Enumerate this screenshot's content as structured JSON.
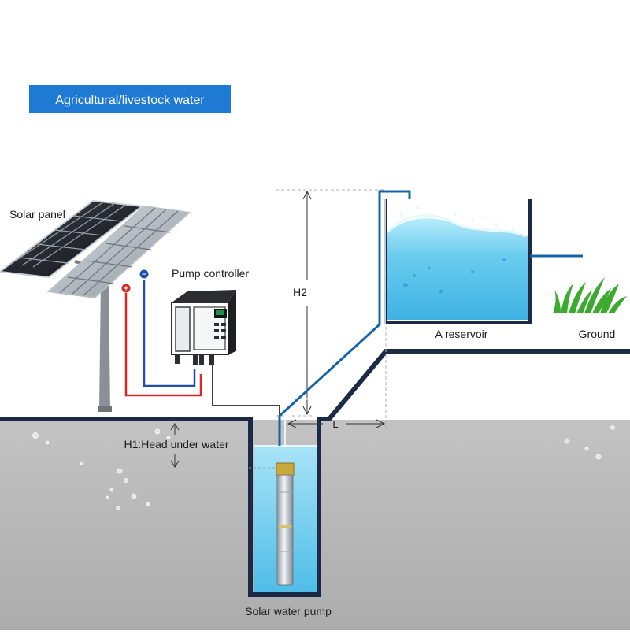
{
  "header": {
    "badge_label": "Agricultural/livestock water"
  },
  "labels": {
    "solar_panel": "Solar panel",
    "pump_controller": "Pump controller",
    "h2": "H2",
    "reservoir": "A reservoir",
    "ground": "Ground",
    "l": "L",
    "h1": "H1:Head under water",
    "pump": "Solar water pump"
  },
  "wiring": {
    "positive": "+",
    "negative": "−"
  },
  "colors": {
    "badge": "#1f7ad4",
    "pipe": "#1464a8",
    "wire_positive": "#d62828",
    "wire_negative": "#1f4fa8",
    "water": "#66c8ec",
    "ground": "#b9b9b9",
    "grass": "#3caa2e"
  }
}
